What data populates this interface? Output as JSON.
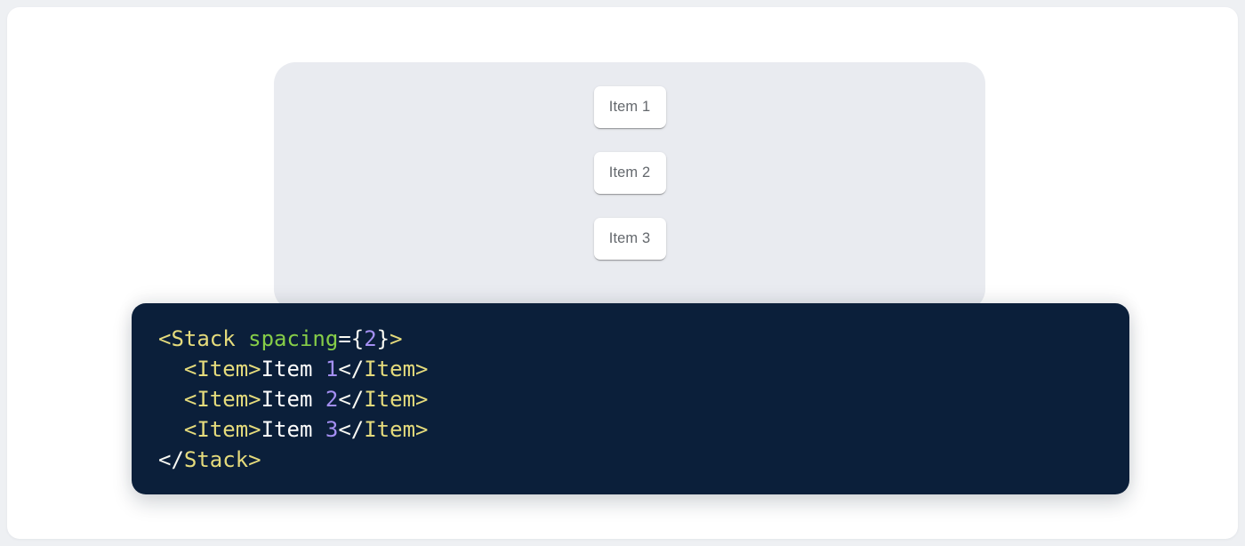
{
  "demo": {
    "items": [
      {
        "label": "Item 1"
      },
      {
        "label": "Item 2"
      },
      {
        "label": "Item 3"
      }
    ]
  },
  "code": {
    "background": "#0b1f3a",
    "palette": {
      "tag": "#e5db7c",
      "attr": "#86cd48",
      "num": "#a48ff2",
      "punc": "#f8f8f2",
      "text": "#fcfcfc"
    },
    "lines": [
      [
        {
          "t": "<Stack ",
          "c": "tag"
        },
        {
          "t": "spacing",
          "c": "attr"
        },
        {
          "t": "={",
          "c": "punc"
        },
        {
          "t": "2",
          "c": "num"
        },
        {
          "t": "}",
          "c": "punc"
        },
        {
          "t": ">",
          "c": "tag"
        }
      ],
      [
        {
          "t": "  ",
          "c": "text"
        },
        {
          "t": "<Item>",
          "c": "tag"
        },
        {
          "t": "Item ",
          "c": "text"
        },
        {
          "t": "1",
          "c": "num"
        },
        {
          "t": "</",
          "c": "punc"
        },
        {
          "t": "Item>",
          "c": "tag"
        }
      ],
      [
        {
          "t": "  ",
          "c": "text"
        },
        {
          "t": "<Item>",
          "c": "tag"
        },
        {
          "t": "Item ",
          "c": "text"
        },
        {
          "t": "2",
          "c": "num"
        },
        {
          "t": "</",
          "c": "punc"
        },
        {
          "t": "Item>",
          "c": "tag"
        }
      ],
      [
        {
          "t": "  ",
          "c": "text"
        },
        {
          "t": "<Item>",
          "c": "tag"
        },
        {
          "t": "Item ",
          "c": "text"
        },
        {
          "t": "3",
          "c": "num"
        },
        {
          "t": "</",
          "c": "punc"
        },
        {
          "t": "Item>",
          "c": "tag"
        }
      ],
      [
        {
          "t": "</",
          "c": "punc"
        },
        {
          "t": "Stack>",
          "c": "tag"
        }
      ]
    ]
  },
  "colors": {
    "page_background": "#eef0f3",
    "card_background": "#ffffff",
    "demo_panel_background": "#e9ebf0",
    "item_text": "#64686d"
  }
}
